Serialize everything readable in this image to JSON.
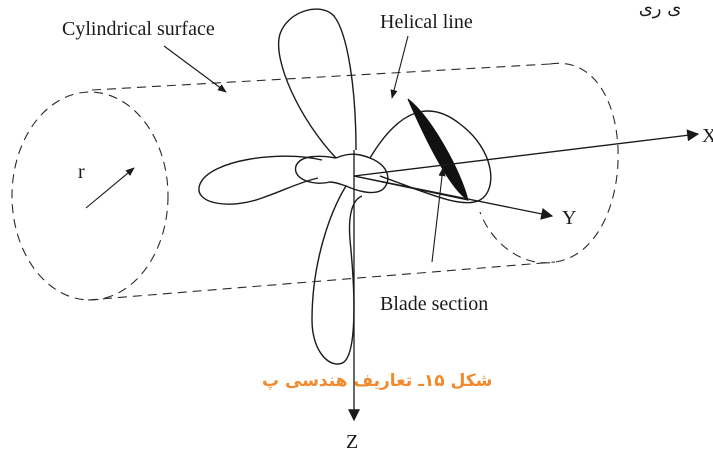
{
  "labels": {
    "cylindrical_surface": "Cylindrical surface",
    "helical_line": "Helical line",
    "radius": "r",
    "blade_section": "Blade section",
    "axis_x": "X",
    "axis_y": "Y",
    "axis_z": "Z"
  },
  "caption": "شکل ۱۵ـ تعاریف هندسی پ",
  "top_fragment": "ی ری"
}
